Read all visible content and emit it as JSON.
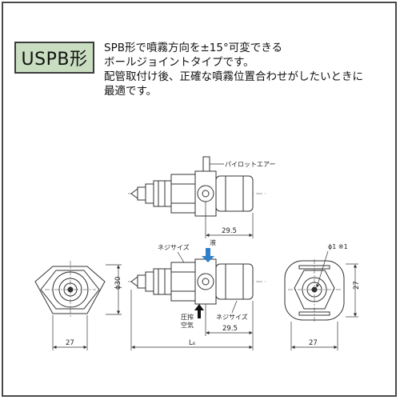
{
  "badge": "USPB形",
  "description": [
    "SPB形で噴霧方向を±15°可変できる",
    "ボールジョイントタイプです。",
    "配管取付け後、正確な噴霧位置合わせがしたいときに",
    "最適です。"
  ],
  "labels": {
    "pilot_air": "パイロットエアー",
    "neji_size_top": "ネジサイズ",
    "liquid": "液",
    "pressure_air_1": "圧搾",
    "pressure_air_2": "空気",
    "neji_size_bottom": "ネジサイズ",
    "orifice": "ϕ1 ※1"
  },
  "dimensions": {
    "top_right": "29.5",
    "mid_right": "29.5",
    "left_diameter": "ϕ30",
    "left_width": "27",
    "overall_length": "L₆",
    "right_width": "27",
    "right_height": "27"
  },
  "colors": {
    "badge_bg": "#c9dec1",
    "liquid_arrow": "#2f80c8",
    "line": "#333333"
  }
}
